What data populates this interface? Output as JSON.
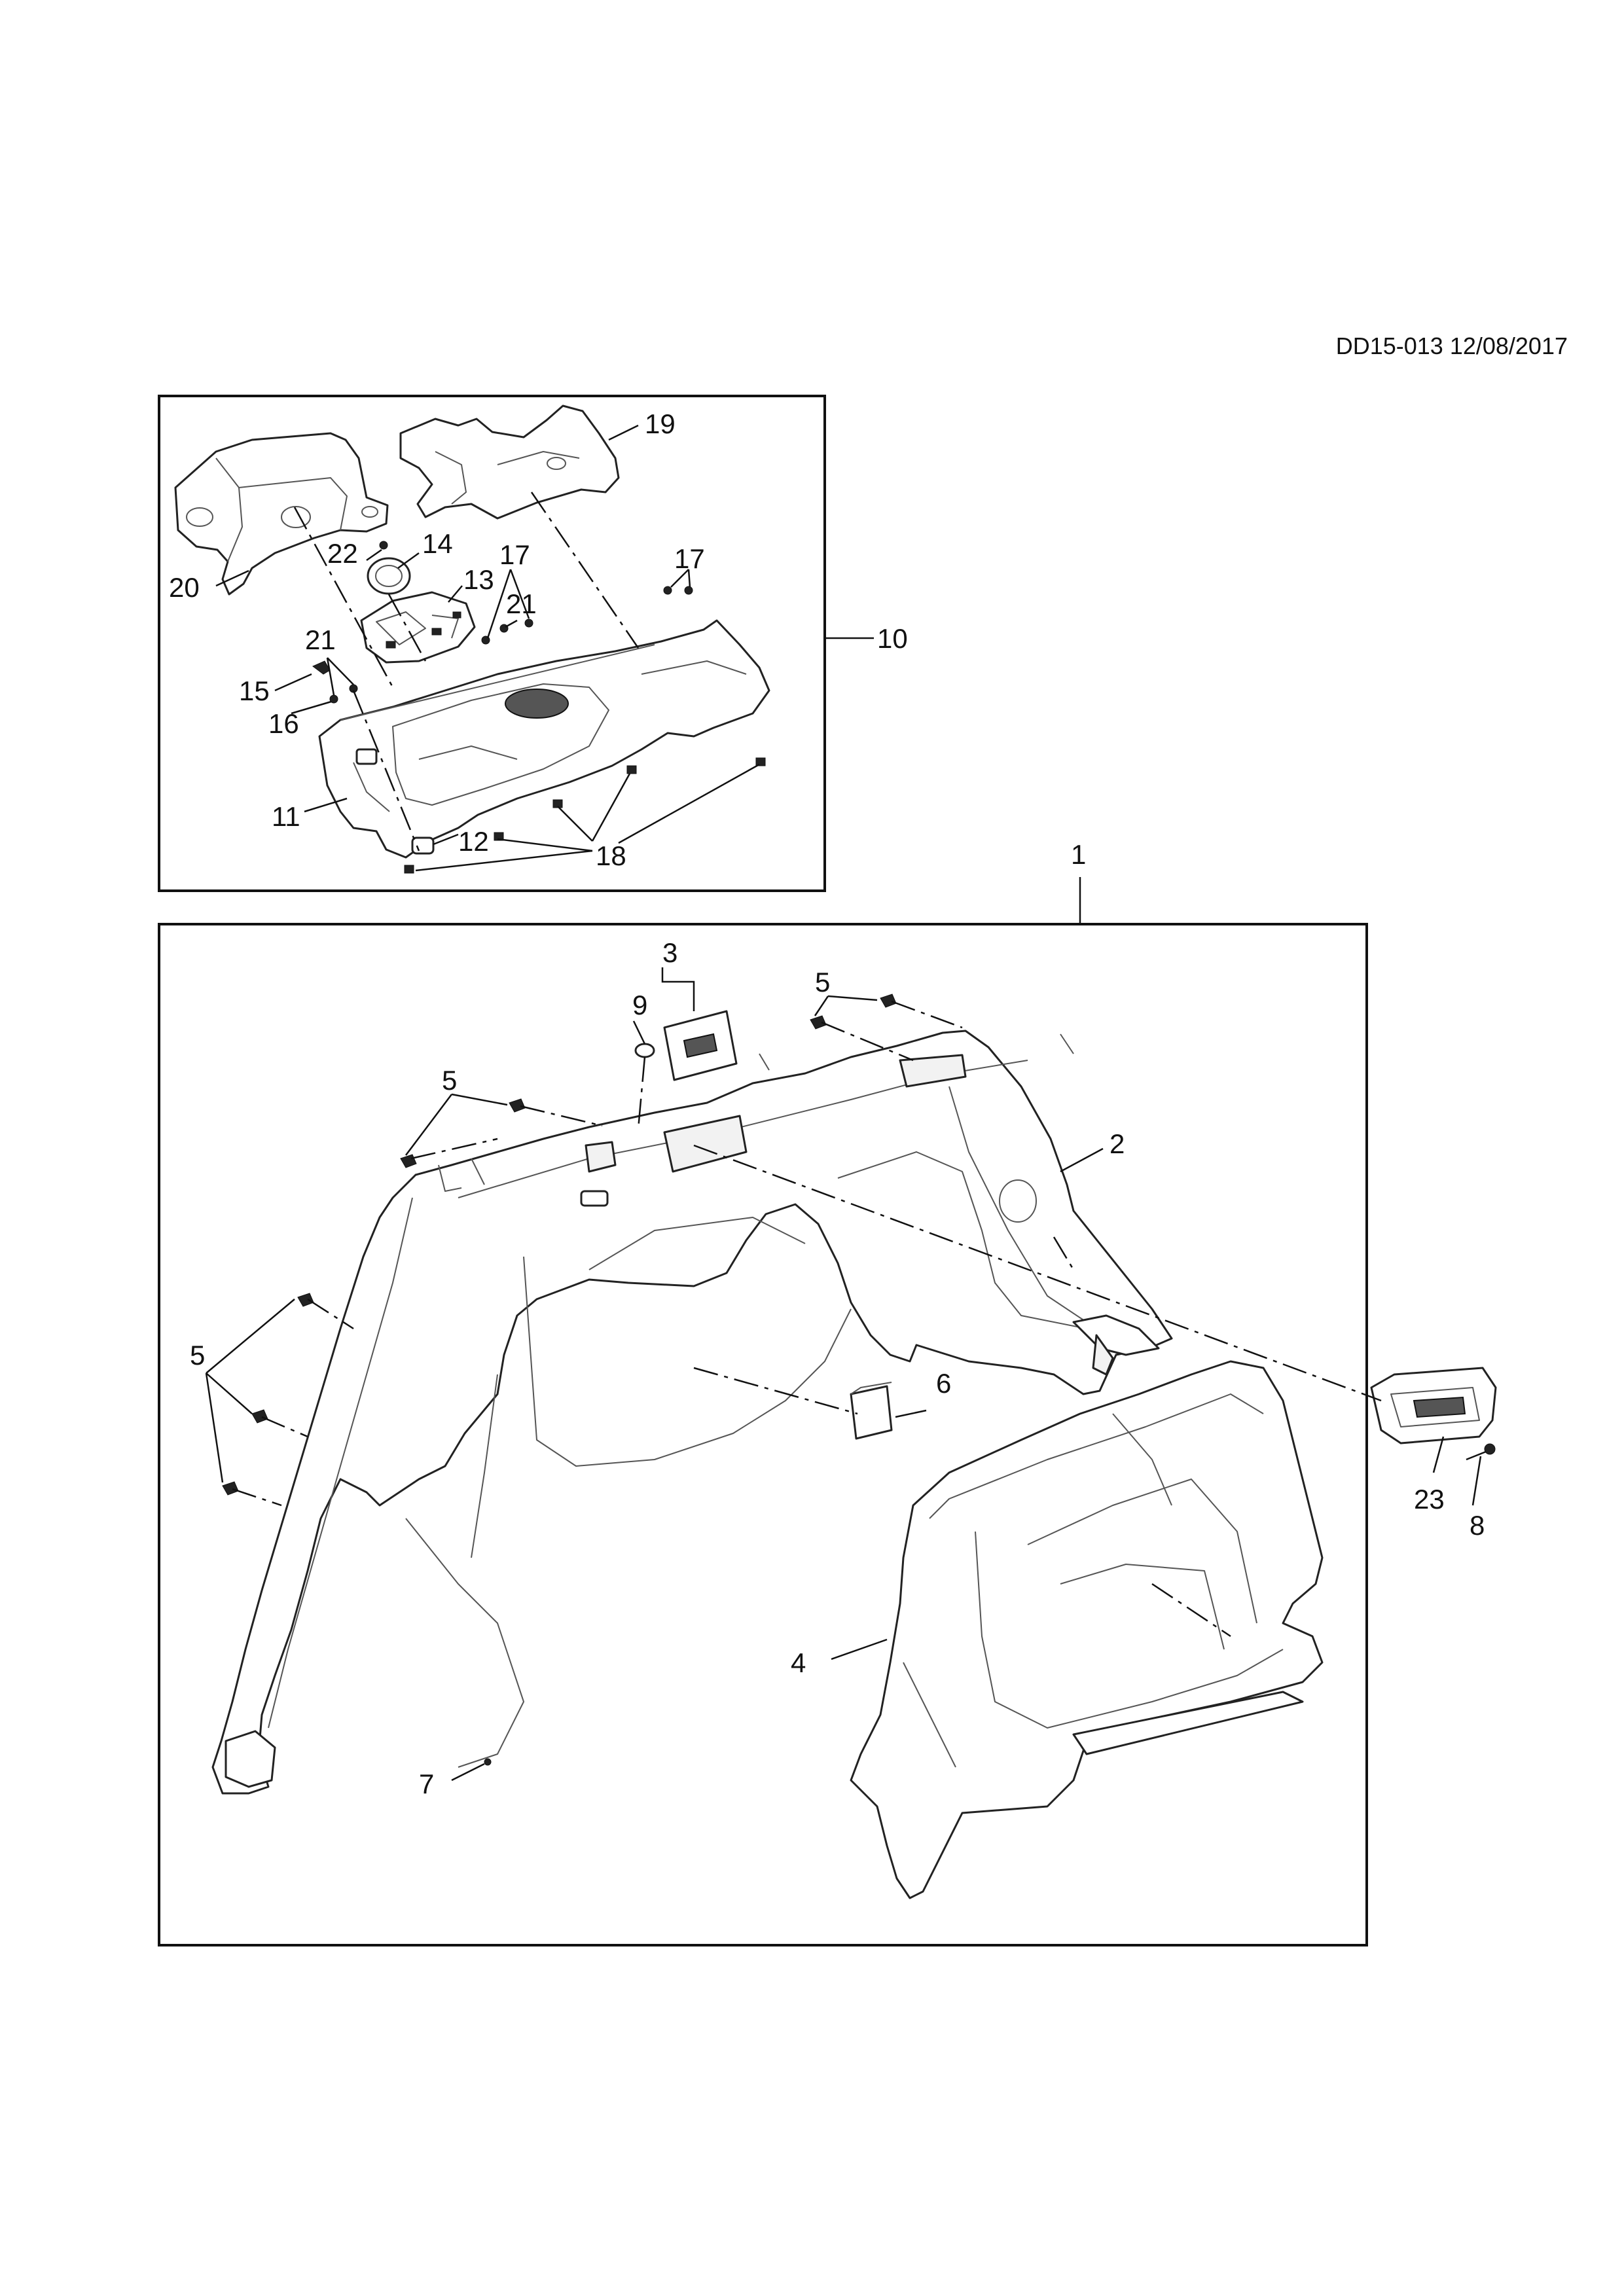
{
  "document": {
    "id_date": "DD15-013 12/08/2017"
  },
  "callouts": {
    "c1": "1",
    "c2": "2",
    "c3": "3",
    "c4": "4",
    "c5a": "5",
    "c5b": "5",
    "c5c": "5",
    "c6": "6",
    "c7": "7",
    "c8": "8",
    "c9": "9",
    "c10": "10",
    "c11": "11",
    "c12": "12",
    "c13": "13",
    "c14": "14",
    "c15": "15",
    "c16": "16",
    "c17a": "17",
    "c17b": "17",
    "c18": "18",
    "c19": "19",
    "c20": "20",
    "c21a": "21",
    "c21b": "21",
    "c22": "22",
    "c23": "23"
  }
}
